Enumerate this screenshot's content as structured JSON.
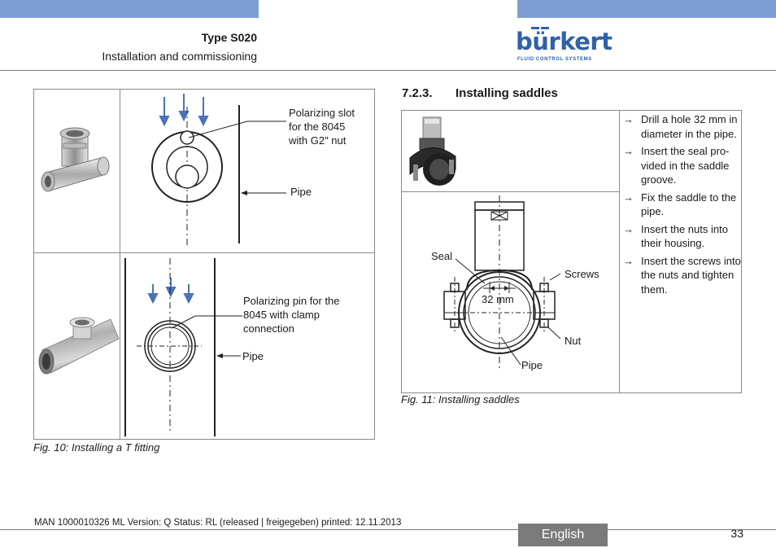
{
  "header": {
    "type_label": "Type S020",
    "subtitle": "Installation and commissioning",
    "logo": {
      "word": "bürkert",
      "tagline": "FLUID CONTROL SYSTEMS"
    }
  },
  "figure10": {
    "top": {
      "annotation_slot": "Polarizing slot for the 8045 with G2\" nut",
      "slot_lines": [
        "Polarizing slot",
        "for the 8045",
        "with G2\" nut"
      ],
      "annotation_pipe": "Pipe"
    },
    "bottom": {
      "pin_lines": [
        "Polarizing pin for the",
        "8045 with clamp",
        "connection"
      ],
      "annotation_pipe": "Pipe"
    },
    "caption": "Fig. 10:   Installing a T fitting"
  },
  "section": {
    "number": "7.2.3.",
    "title": "Installing saddles"
  },
  "figure11": {
    "labels": {
      "seal": "Seal",
      "screws": "Screws",
      "dimension": "32 mm",
      "nut": "Nut",
      "pipe": "Pipe"
    },
    "caption": "Fig. 11:   Installing saddles",
    "steps": [
      "Drill a hole 32 mm in diameter in the pipe.",
      "Insert the seal pro-vided in the saddle groove.",
      "Fix the saddle to the pipe.",
      "Insert the nuts into their housing.",
      "Insert the screws into the nuts and tighten them."
    ]
  },
  "footer": {
    "doc_line": "MAN  1000010326  ML  Version: Q Status: RL (released | freigegeben)  printed: 12.11.2013",
    "language": "English",
    "page": "33"
  },
  "colors": {
    "accent_bar": "#7e9ed1",
    "logo_blue": "#2f62a8",
    "arrow_blue": "#4a73b8",
    "lang_tab": "#7a7a7a"
  }
}
